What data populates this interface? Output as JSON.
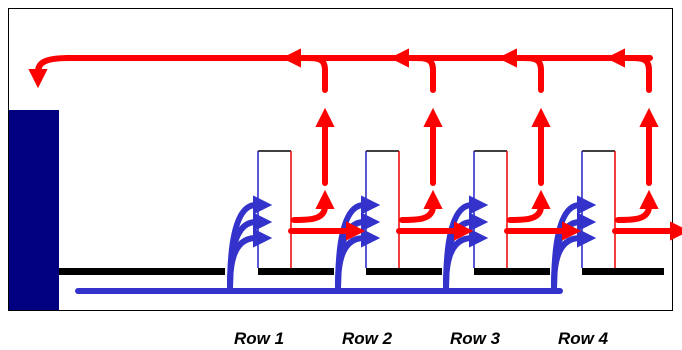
{
  "diagram": {
    "row_labels": [
      "Row 1",
      "Row 2",
      "Row 3",
      "Row 4"
    ],
    "colors": {
      "supply_flow": "#ff0000",
      "return_flow": "#3333cc",
      "rack": "#000080",
      "floor": "#000000",
      "border": "#000000",
      "unit_outline_top": "#000000",
      "unit_outline_left": "#2222cc",
      "unit_outline_right": "#ee0000"
    }
  }
}
